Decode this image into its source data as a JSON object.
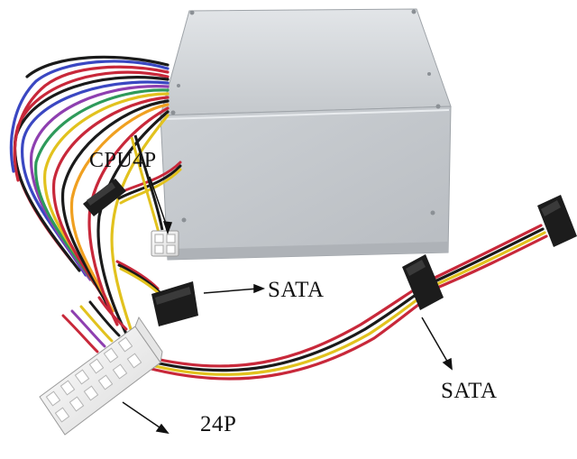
{
  "photo": {
    "subject": "atx-power-supply-unit",
    "background_color": "#ffffff",
    "casing_color": "#c9cdd1",
    "wire_colors": [
      "#c8283a",
      "#1a1a1a",
      "#e2c21e",
      "#3a47c2",
      "#8e3fb0",
      "#2e9a5a",
      "#f0a020",
      "#7a7a7a"
    ],
    "connector_colors": {
      "sata": "#1c1c1c",
      "atx_24p": "#f4f4f4",
      "cpu_4p": "#f4f4f4"
    }
  },
  "labels": {
    "cpu": "CPU4P",
    "sata_1": "SATA",
    "sata_2": "SATA",
    "atx": "24P"
  }
}
